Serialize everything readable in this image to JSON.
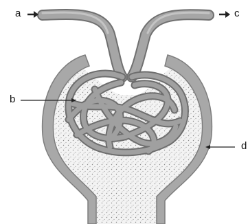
{
  "labels": {
    "a": "a",
    "b": "b",
    "c": "c",
    "d": "d"
  },
  "colors": {
    "tube": "#9a9a9a",
    "tube_dark": "#707070",
    "tube_light": "#b9b9b9",
    "capsule": "#a8a8a8",
    "capsule_edge": "#7d7d7d",
    "stipple": "#8a8a8a"
  }
}
